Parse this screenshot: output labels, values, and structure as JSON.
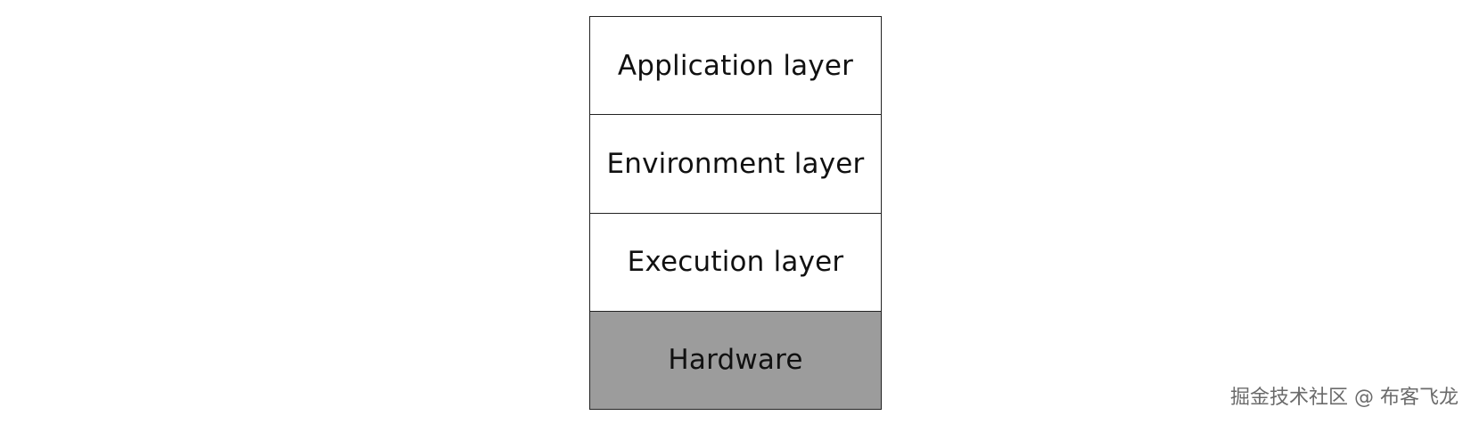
{
  "layers": [
    {
      "label": "Application layer",
      "fill": "#ffffff"
    },
    {
      "label": "Environment layer",
      "fill": "#ffffff"
    },
    {
      "label": "Execution layer",
      "fill": "#ffffff"
    },
    {
      "label": "Hardware",
      "fill": "#9c9c9c"
    }
  ],
  "watermark": "掘金技术社区 @ 布客飞龙",
  "colors": {
    "border": "#222222",
    "text": "#111111",
    "hardware_fill": "#9c9c9c",
    "watermark_text": "#6b6b6b"
  }
}
